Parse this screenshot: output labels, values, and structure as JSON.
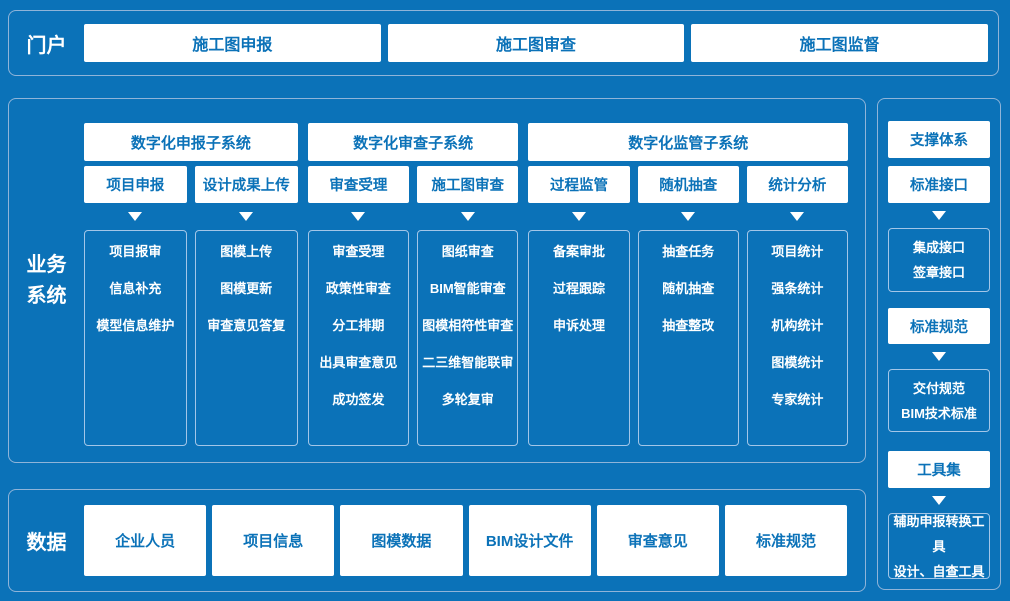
{
  "colors": {
    "background": "#0b72b8",
    "accent_text": "#0b72b8",
    "section_border": "#8fb4d9",
    "panel_border": "#a3c6e8",
    "box_fill": "#ffffff",
    "panel_text": "#ffffff"
  },
  "portal": {
    "label": "门户",
    "items": [
      "施工图申报",
      "施工图审查",
      "施工图监督"
    ]
  },
  "business": {
    "label_lines": [
      "业务",
      "系统"
    ],
    "groups": [
      {
        "title": "数字化申报子系统",
        "columns": [
          {
            "header": "项目申报",
            "items": [
              "项目报审",
              "信息补充",
              "模型信息维护"
            ]
          },
          {
            "header": "设计成果上传",
            "items": [
              "图模上传",
              "图模更新",
              "审查意见答复"
            ]
          }
        ]
      },
      {
        "title": "数字化审查子系统",
        "columns": [
          {
            "header": "审查受理",
            "items": [
              "审查受理",
              "政策性审查",
              "分工排期",
              "出具审查意见",
              "成功签发"
            ]
          },
          {
            "header": "施工图审查",
            "items": [
              "图纸审查",
              "BIM智能审查",
              "图模相符性审查",
              "二三维智能联审",
              "多轮复审"
            ]
          }
        ]
      },
      {
        "title": "数字化监管子系统",
        "columns": [
          {
            "header": "过程监管",
            "items": [
              "备案审批",
              "过程跟踪",
              "申诉处理"
            ]
          },
          {
            "header": "随机抽查",
            "items": [
              "抽查任务",
              "随机抽查",
              "抽查整改"
            ]
          },
          {
            "header": "统计分析",
            "items": [
              "项目统计",
              "强条统计",
              "机构统计",
              "图模统计",
              "专家统计"
            ]
          }
        ]
      }
    ]
  },
  "support": {
    "title": "支撑体系",
    "sections": [
      {
        "header": "标准接口",
        "lines": [
          "集成接口",
          "签章接口"
        ]
      },
      {
        "header": "标准规范",
        "lines": [
          "交付规范",
          "BIM技术标准"
        ]
      },
      {
        "header": "工具集",
        "lines": [
          "辅助申报转换工具",
          "设计、自查工具"
        ]
      }
    ]
  },
  "data_layer": {
    "label": "数据",
    "items": [
      "企业人员",
      "项目信息",
      "图模数据",
      "BIM设计文件",
      "审查意见",
      "标准规范"
    ]
  }
}
